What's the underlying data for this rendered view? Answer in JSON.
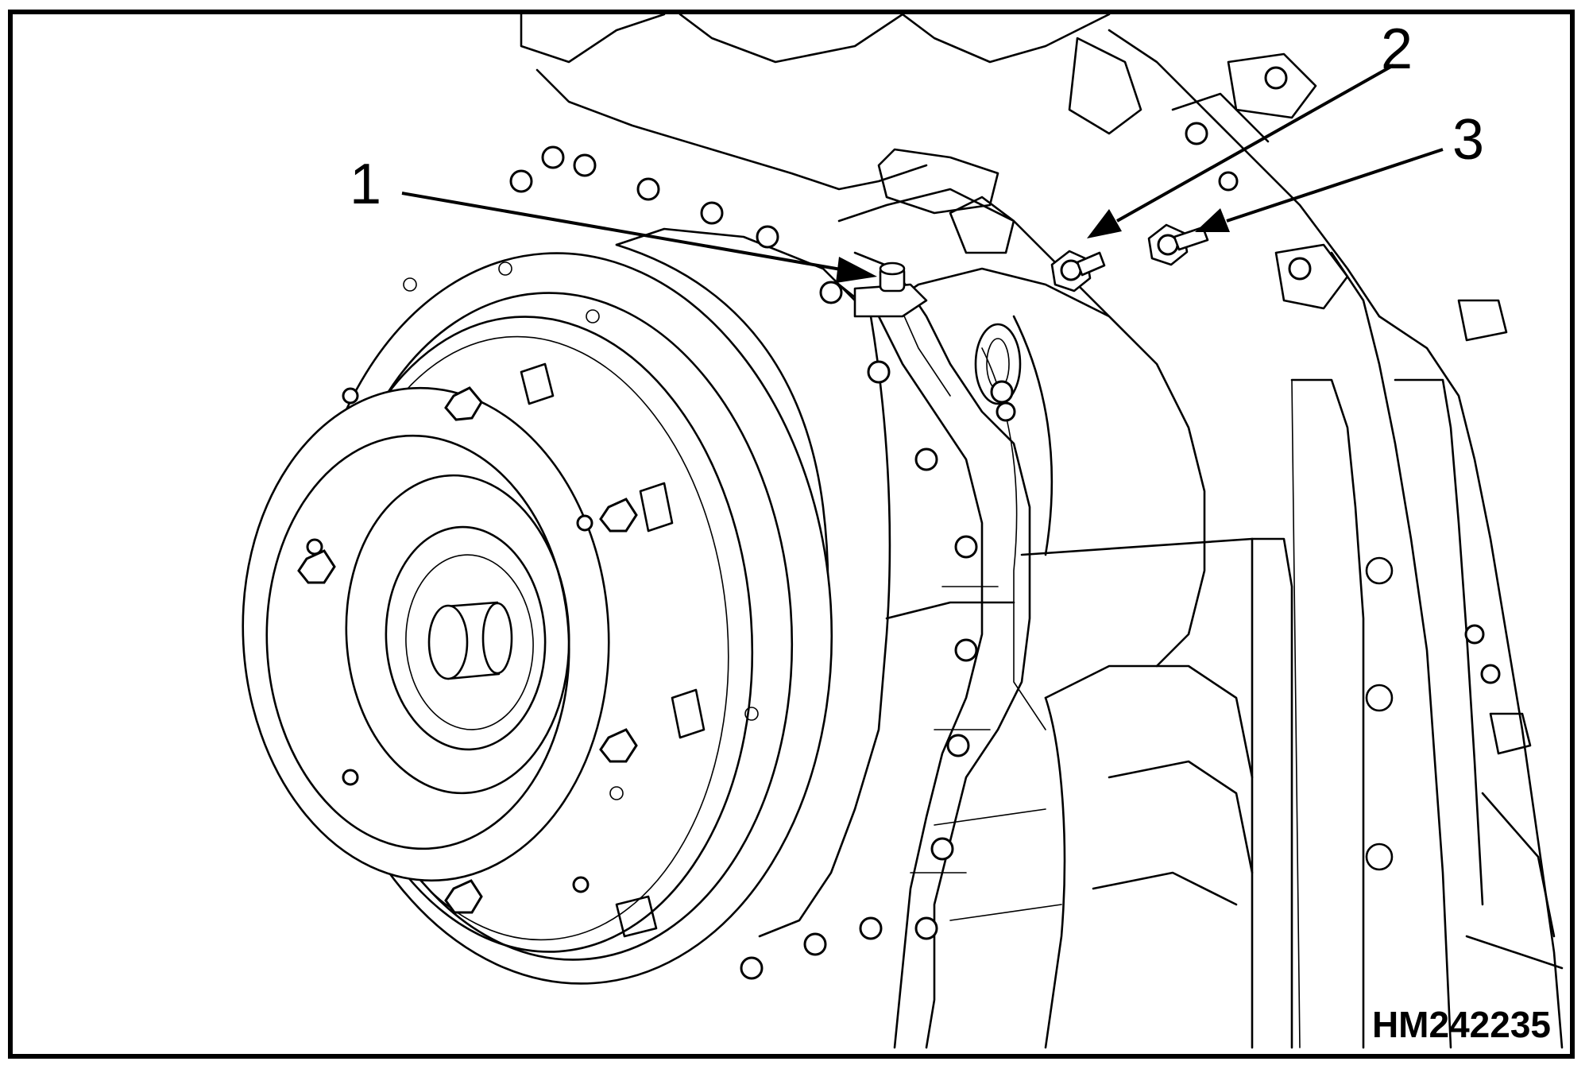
{
  "callouts": [
    {
      "id": "1",
      "label": "1"
    },
    {
      "id": "2",
      "label": "2"
    },
    {
      "id": "3",
      "label": "3"
    }
  ],
  "figure_id": "HM242235"
}
